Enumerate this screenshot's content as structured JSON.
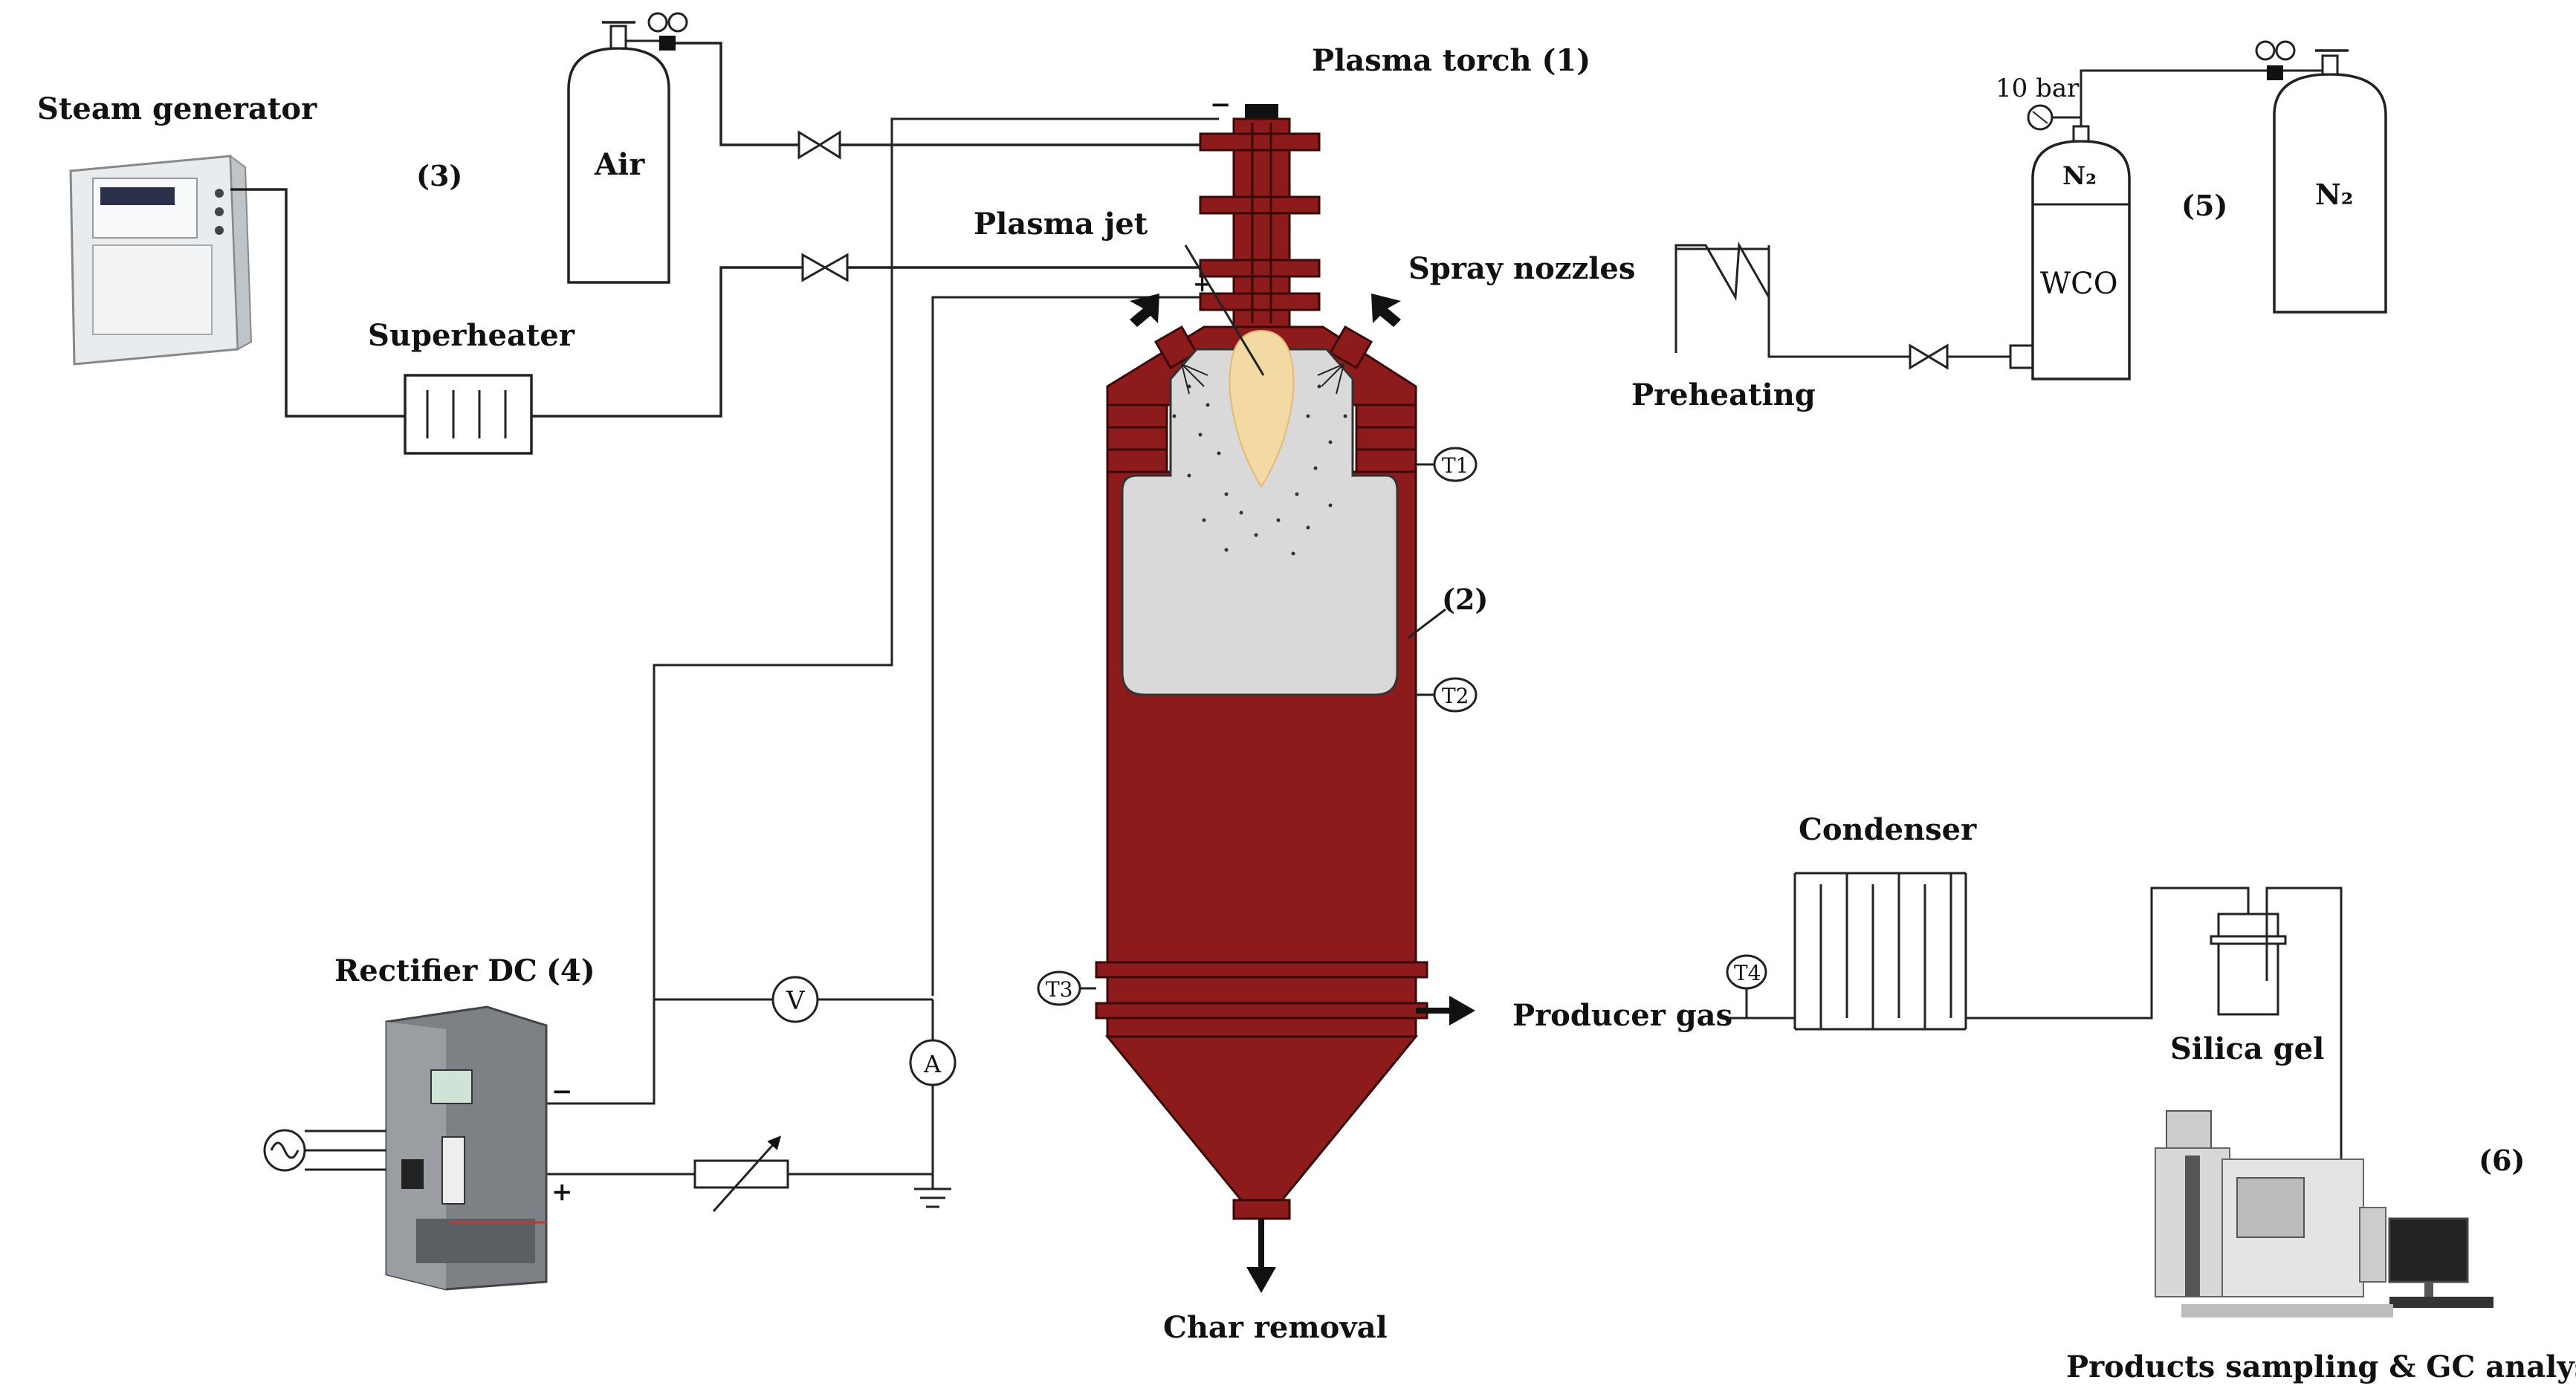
{
  "colors": {
    "reactor_body": "#8e1b1b",
    "reactor_edge": "#3a0a0a",
    "chamber": "#d9d9d9",
    "plasma_jet": "#f3d9a4",
    "line": "#222222"
  },
  "labels": {
    "steam_generator": "Steam generator",
    "superheater": "Superheater",
    "num3": "(3)",
    "air": "Air",
    "plasma_torch": "Plasma torch (1)",
    "plasma_jet": "Plasma jet",
    "spray_nozzles": "Spray nozzles",
    "preheating": "Preheating",
    "pressure": "10 bar",
    "n2_small": "N₂",
    "wco": "WCO",
    "num5": "(5)",
    "n2_large": "N₂",
    "num2": "(2)",
    "t1": "T1",
    "t2": "T2",
    "t3": "T3",
    "t4": "T4",
    "rectifier": "Rectifier DC",
    "num4": "(4)",
    "voltmeter": "V",
    "ammeter": "A",
    "minus_torch": "−",
    "plus_torch": "+",
    "minus_rect": "−",
    "plus_rect": "+",
    "producer_gas": "Producer gas",
    "condenser": "Condenser",
    "silica_gel": "Silica gel",
    "num6": "(6)",
    "char_removal": "Char removal",
    "products": "Products sampling & GC analysis"
  },
  "icons": [
    "gas-cylinder-icon",
    "valve-icon",
    "pressure-gauge-icon",
    "ac-source-icon",
    "ground-icon",
    "variable-resistor-icon",
    "arrow-icon"
  ]
}
